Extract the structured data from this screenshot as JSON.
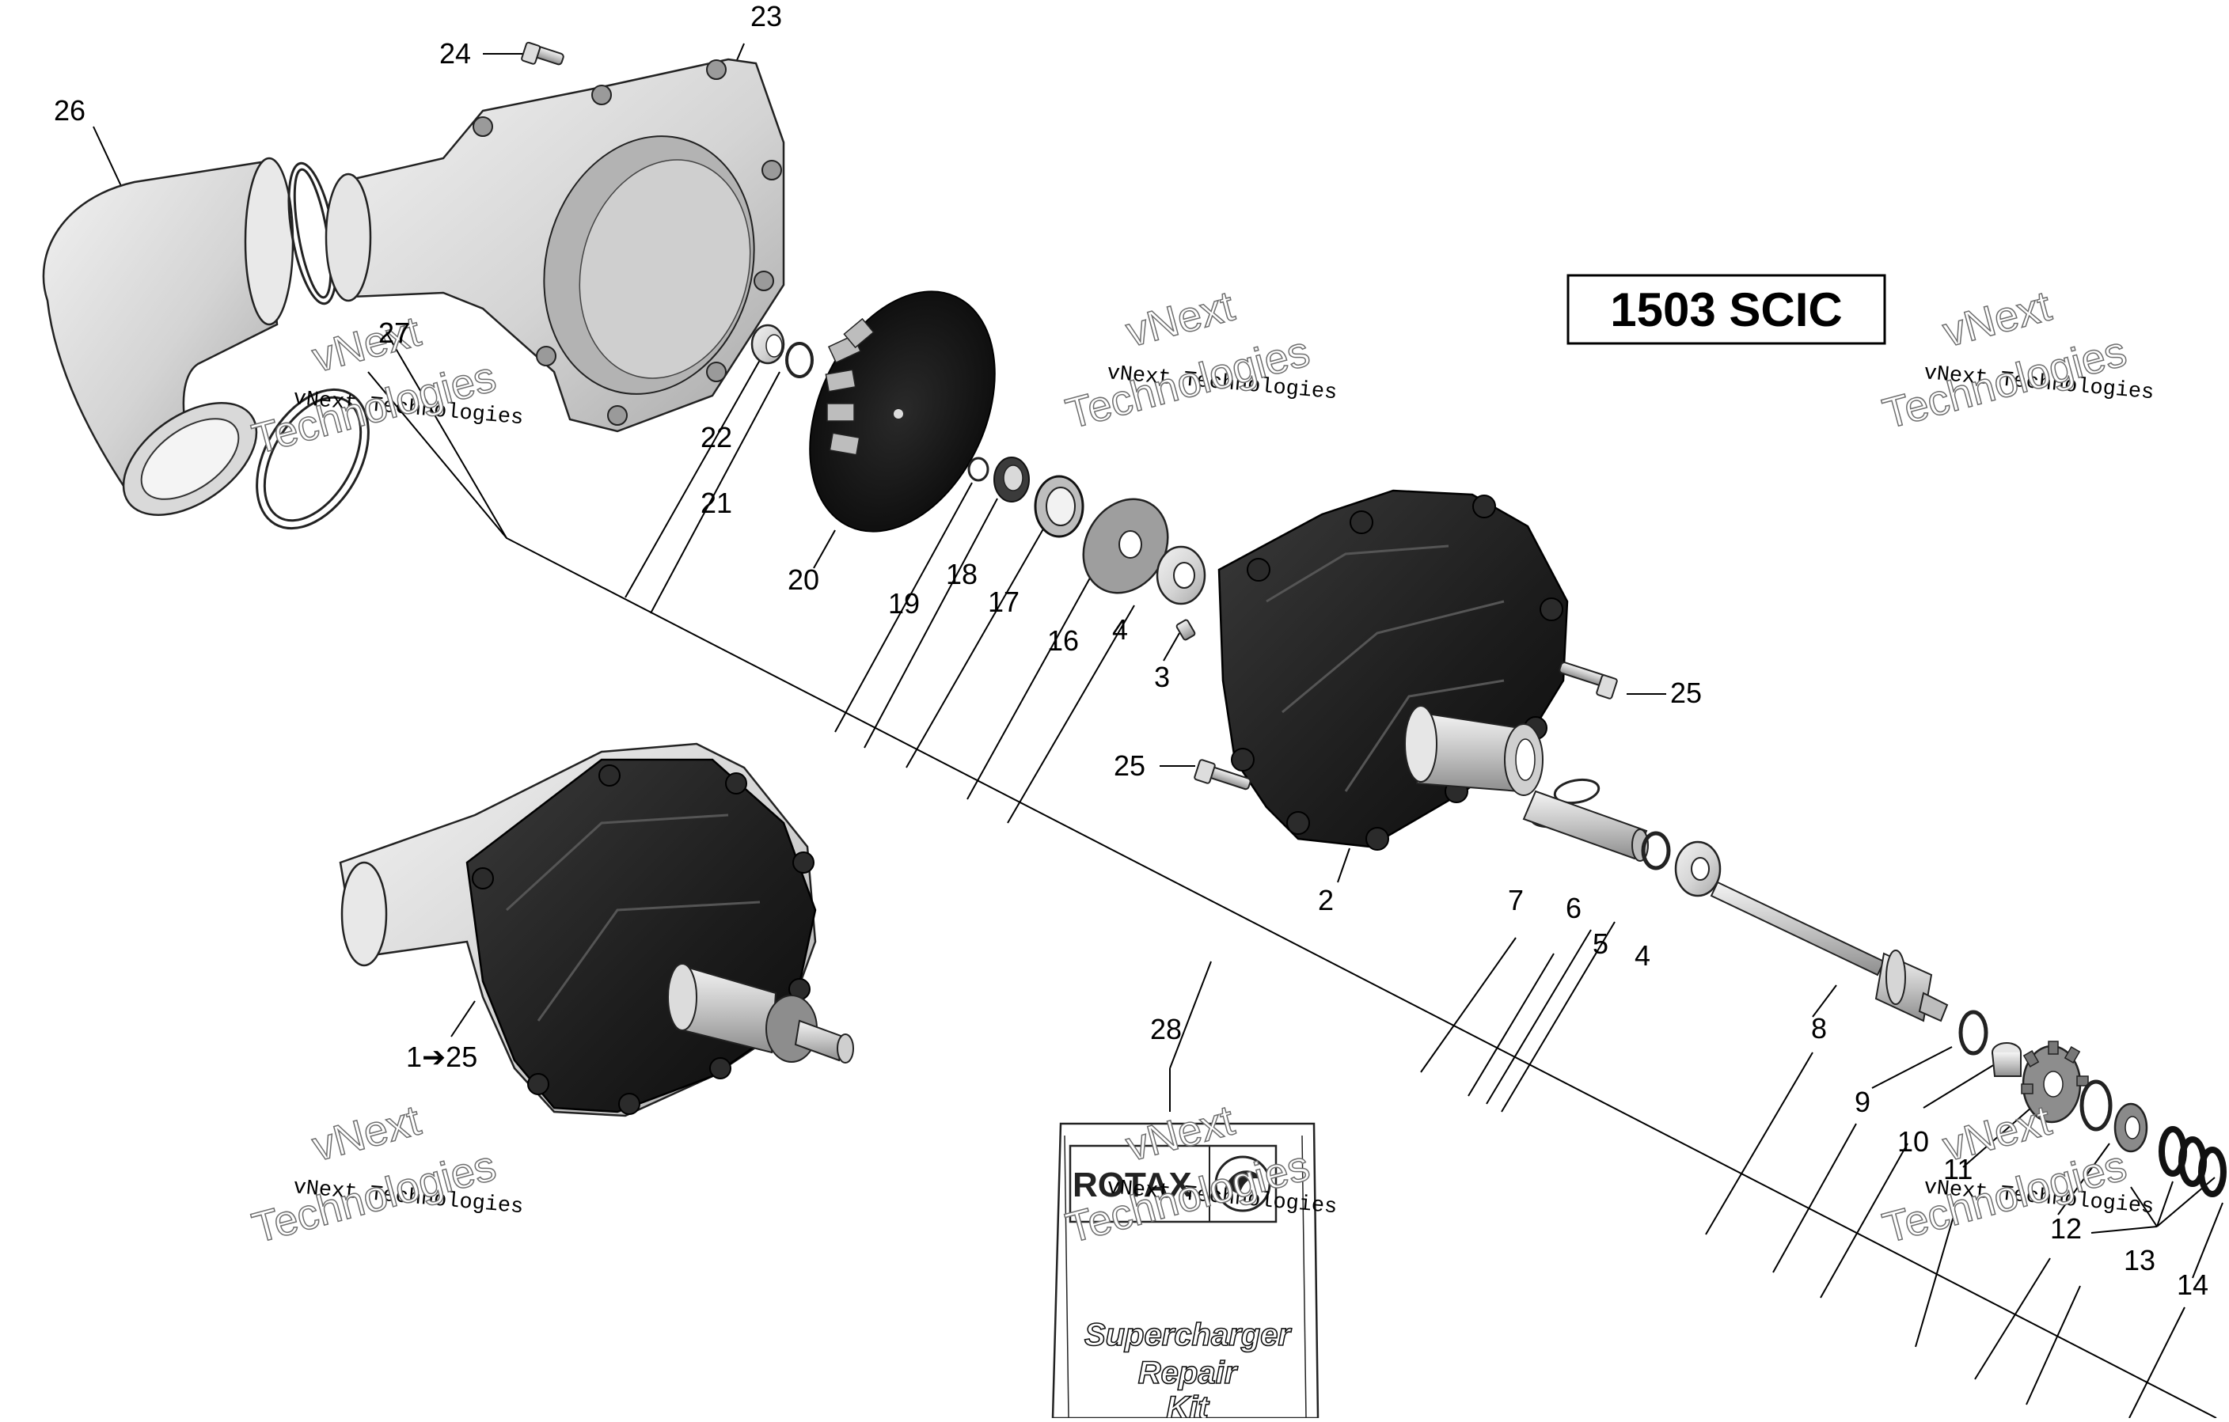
{
  "model_label": "1503 SCIC",
  "watermark": {
    "line1": "vNext Technologies",
    "line2_a": "vNext",
    "line2_b": "Technologies"
  },
  "callouts": {
    "c1": "1➔25",
    "c2": "2",
    "c3": "3",
    "c4a": "4",
    "c4b": "4",
    "c5": "5",
    "c6": "6",
    "c7": "7",
    "c8": "8",
    "c9": "9",
    "c10": "10",
    "c11": "11",
    "c12": "12",
    "c13": "13",
    "c14": "14",
    "c16": "16",
    "c17": "17",
    "c18": "18",
    "c19": "19",
    "c20": "20",
    "c21": "21",
    "c22": "22",
    "c23": "23",
    "c24": "24",
    "c25a": "25",
    "c25b": "25",
    "c26": "26",
    "c27": "27",
    "c28": "28"
  },
  "repair_kit": {
    "brand": "ROTAX",
    "title_line1": "Supercharger",
    "title_line2": "Repair",
    "title_line3": "Kit"
  },
  "colors": {
    "line": "#000000",
    "light_part": "#d8d8d8",
    "dark_part": "#1c1c1c"
  }
}
